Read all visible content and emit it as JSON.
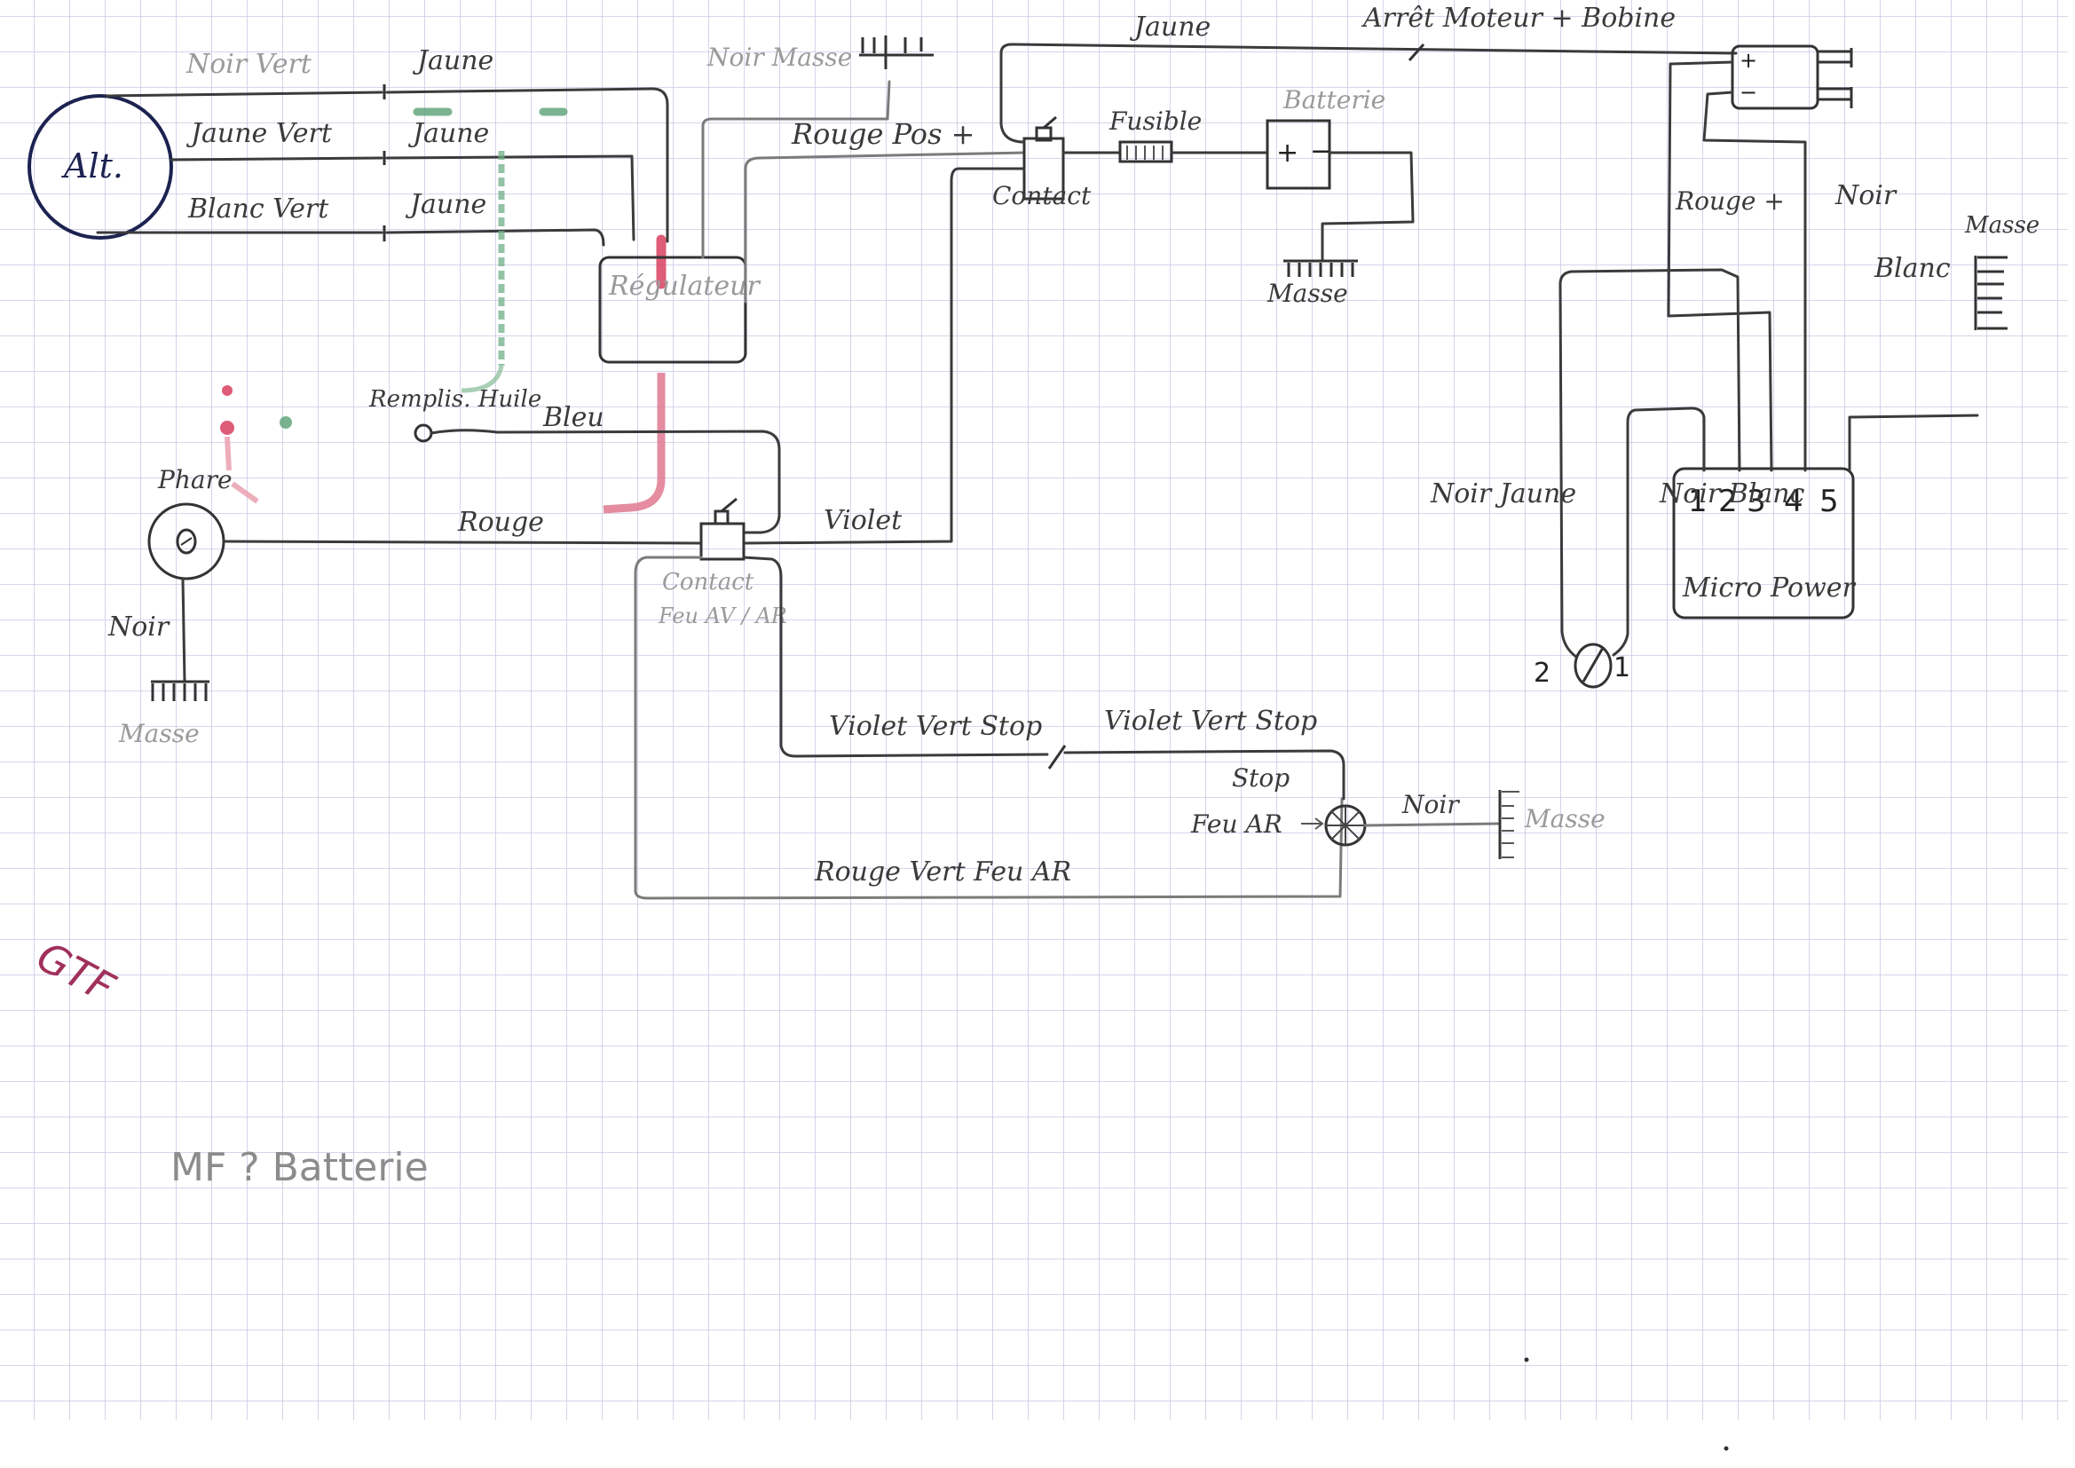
{
  "diagram": {
    "title": "Motorcycle wiring diagram (hand-drawn)",
    "paper": {
      "background": "#ffffff",
      "grid_color": "#c9c9e6",
      "ink_color": "#3b3b3b",
      "alternator_ink": "#1c2250",
      "red_marker": "#d94060",
      "green_marker": "#4f9a6c",
      "signature_ink": "#a0305a"
    },
    "components": {
      "alternator": "Alt.",
      "regulator": "Régulateur",
      "contact_main": "Contact",
      "fuse": "Fusible",
      "battery": "Batterie",
      "battery_plus": "+",
      "battery_minus": "−",
      "ground_battery": "Masse",
      "coil_plus": "+",
      "coil_minus": "−",
      "cdi_module": "Micro Power",
      "cdi_pins": [
        "1",
        "2",
        "3",
        "4",
        "5"
      ],
      "ground_cdi": "Masse",
      "phare": "Phare",
      "phare_ground": "Masse",
      "oil_sensor": "Remplis. Huile",
      "contact_lights": "Contact",
      "contact_lights_sub": "Feu AV / AR",
      "rear_light_stop": "Stop",
      "rear_light": "Feu AR",
      "rear_ground": "Masse",
      "pickup_left": "2",
      "pickup_right": "1"
    },
    "wires": {
      "alt_1": "Noir Vert",
      "alt_2": "Jaune Vert",
      "alt_3": "Blanc Vert",
      "jaune_1": "Jaune",
      "jaune_2": "Jaune",
      "jaune_3": "Jaune",
      "noir_masse": "Noir Masse",
      "rouge_pos": "Rouge Pos +",
      "jaune_top": "Jaune",
      "arret_moteur": "Arrêt Moteur + Bobine",
      "rouge_plus": "Rouge +",
      "noir": "Noir",
      "blanc": "Blanc",
      "noir_jaune": "Noir Jaune",
      "noir_blanc": "Noir Blanc",
      "bleu": "Bleu",
      "rouge": "Rouge",
      "violet": "Violet",
      "phare_noir": "Noir",
      "violet_vert_stop_1": "Violet Vert Stop",
      "violet_vert_stop_2": "Violet Vert Stop",
      "rouge_vert_feu_ar": "Rouge Vert Feu AR",
      "rear_noir": "Noir"
    },
    "notes": {
      "signature": "GTF",
      "battery_note": "MF ? Batterie"
    }
  }
}
